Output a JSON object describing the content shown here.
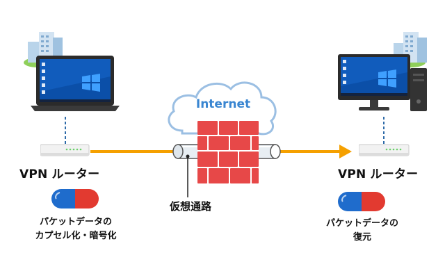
{
  "cloud": {
    "label": "Internet"
  },
  "left": {
    "router_label": "VPN ルーター",
    "caption_line1": "パケットデータの",
    "caption_line2": "カプセル化・暗号化"
  },
  "right": {
    "router_label": "VPN ルーター",
    "caption_line1": "パケットデータの",
    "caption_line2": "復元"
  },
  "tunnel": {
    "label": "仮想通路"
  },
  "colors": {
    "flow_arrow": "#f5a000",
    "cloud_fill": "#ffffff",
    "cloud_stroke": "#9bbfe3",
    "cloud_text": "#3a86d1",
    "brick": "#e74848",
    "capsule_blue": "#1f6ccc",
    "capsule_red": "#e23a30",
    "dashed_link": "#2d6aa8"
  }
}
